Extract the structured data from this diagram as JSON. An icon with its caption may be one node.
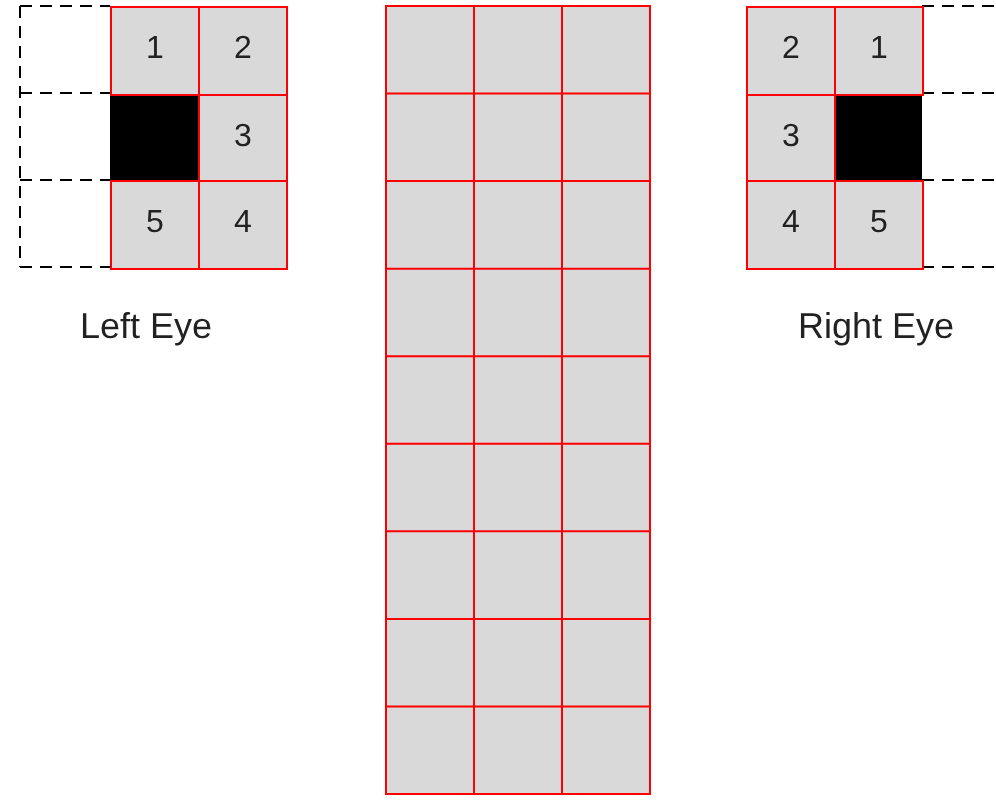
{
  "diagram": {
    "labels": [
      "1",
      "2",
      "2",
      "1",
      "3",
      "3",
      "5",
      "4",
      "4",
      "5",
      "Left Eye",
      "Right Eye"
    ]
  }
}
